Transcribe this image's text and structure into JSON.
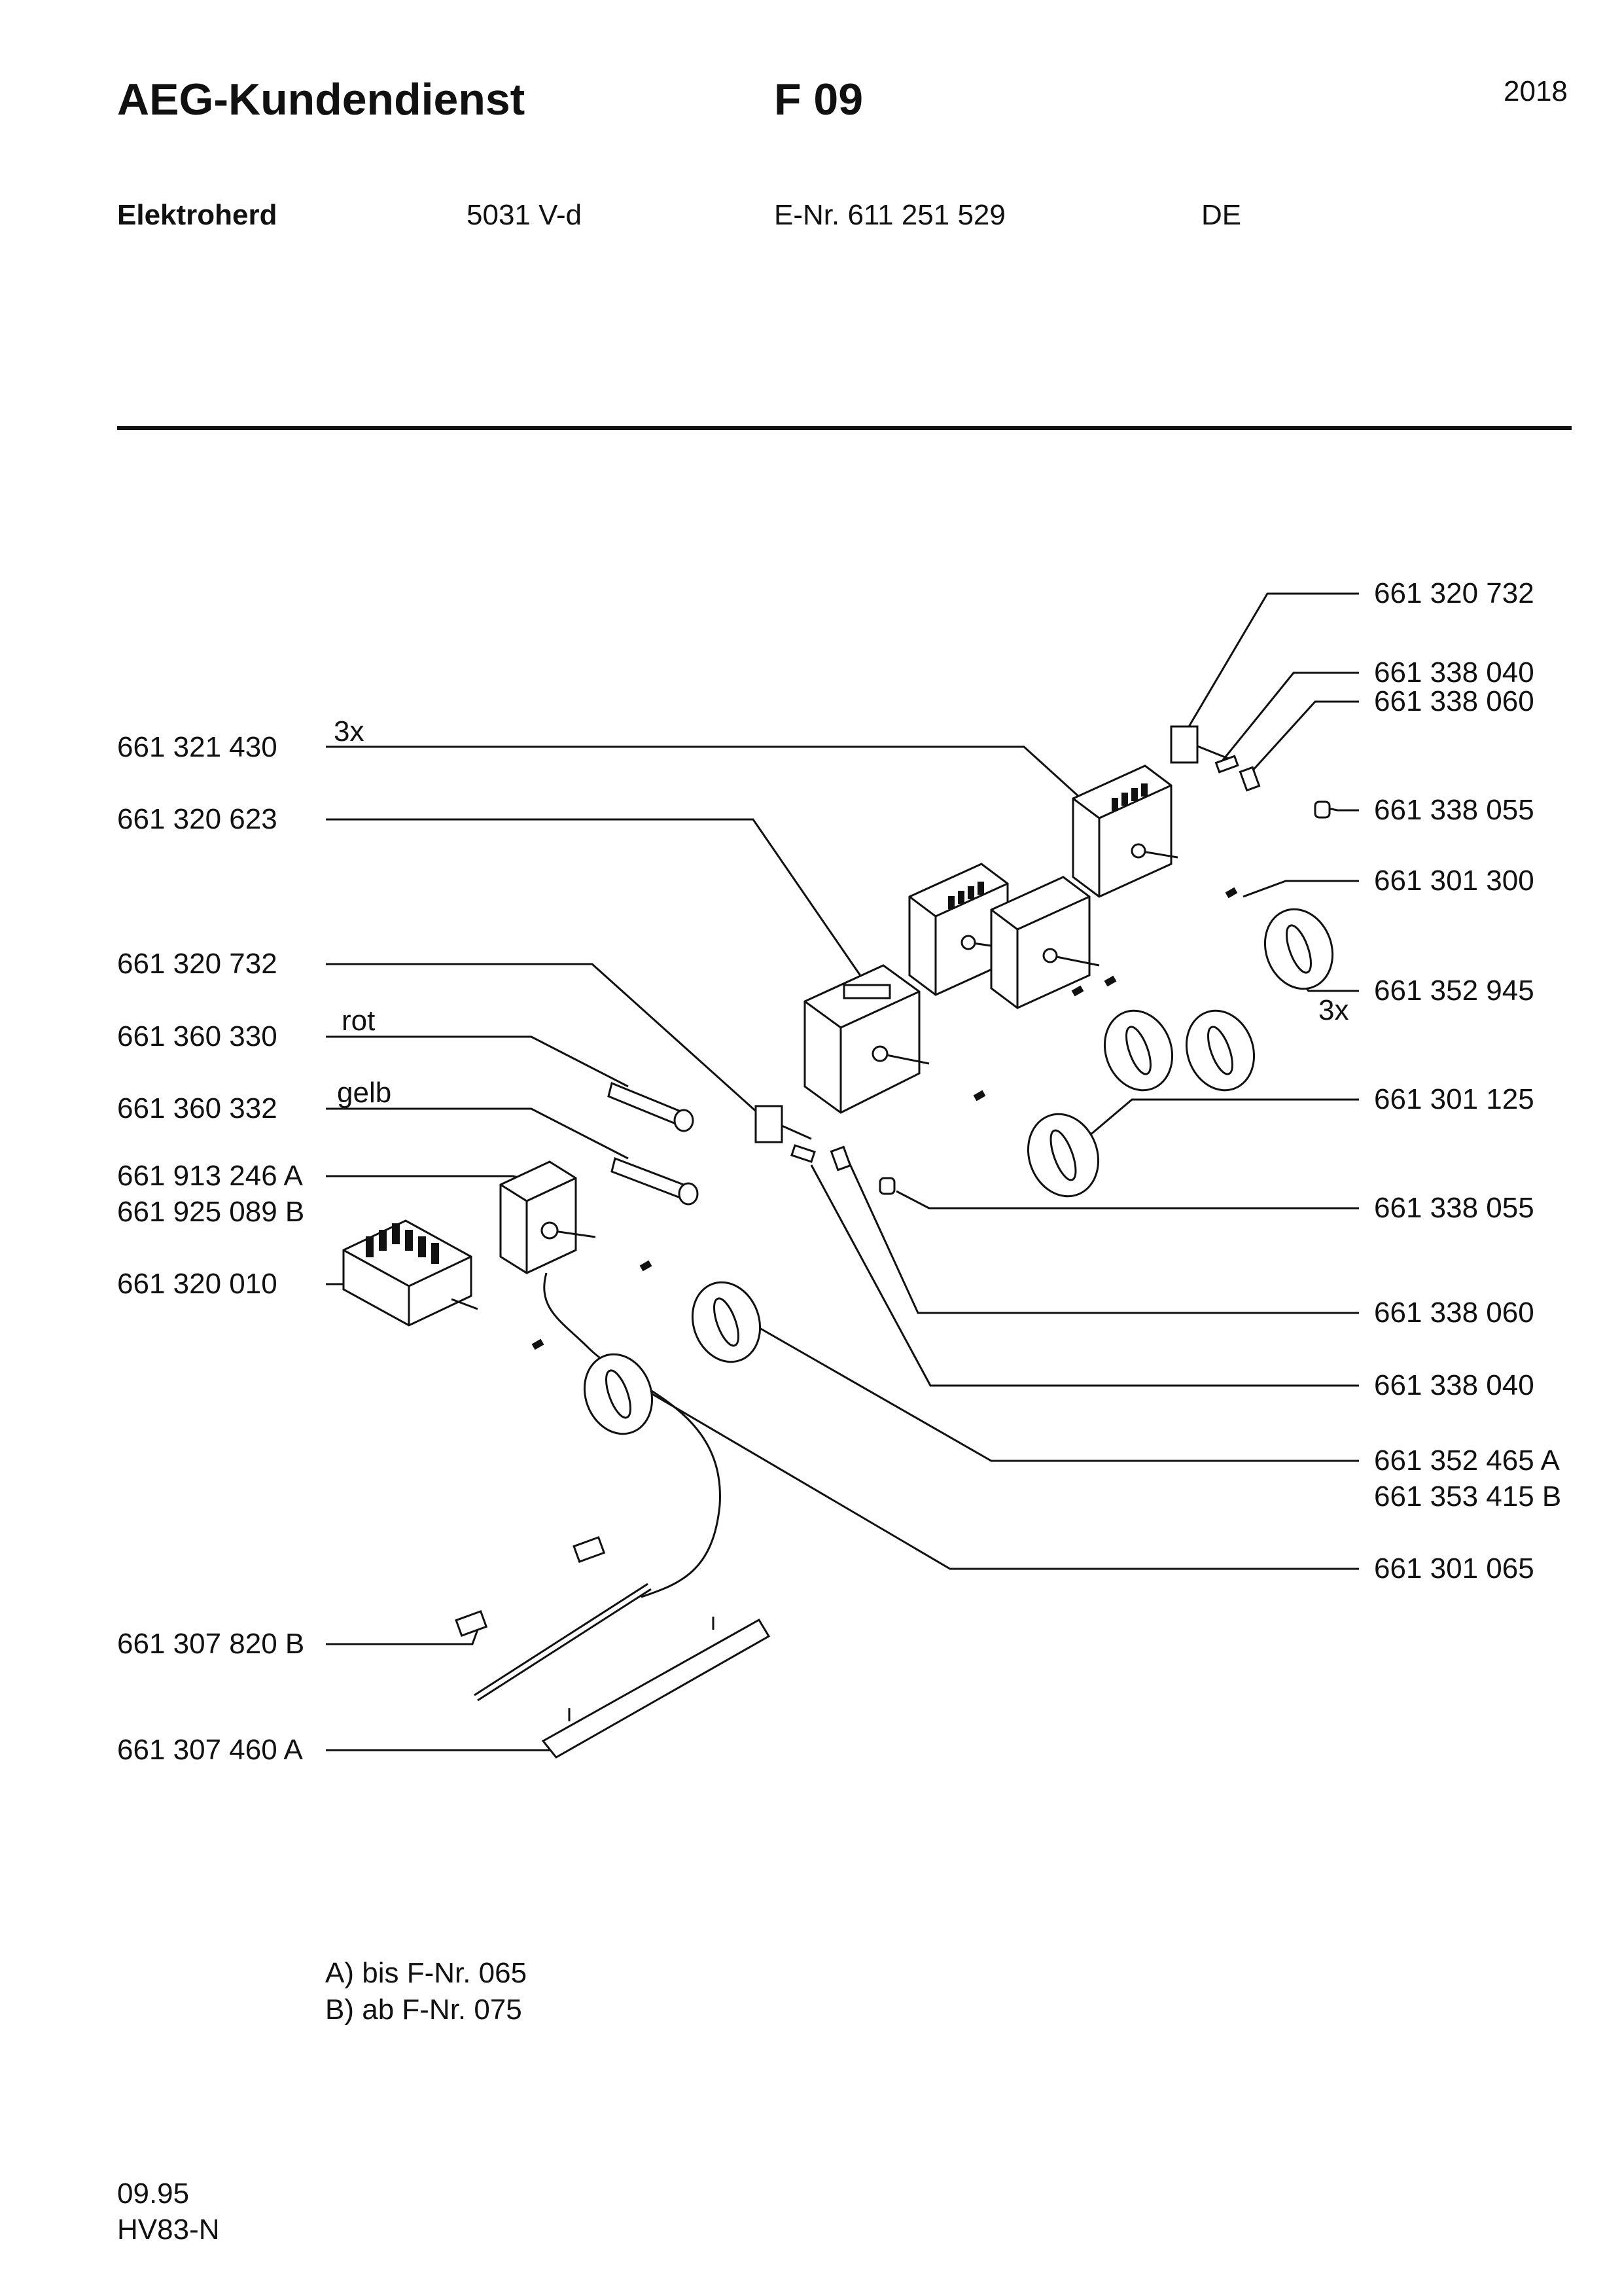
{
  "header": {
    "title": "AEG-Kundendienst",
    "section": "F 09",
    "year": "2018",
    "product": "Elektroherd",
    "model": "5031 V-d",
    "enr": "E-Nr. 611 251 529",
    "country": "DE"
  },
  "parts": {
    "left": [
      "661 321 430",
      "661 320 623",
      "661 320 732",
      "661 360 330",
      "661 360 332",
      "661 913 246 A",
      "661 925 089 B",
      "661 320 010",
      "661 307 820 B",
      "661 307 460 A"
    ],
    "right": [
      "661 320 732",
      "661 338 040",
      "661 338 060",
      "661 338 055",
      "661 301 300",
      "661 352 945",
      "661 301 125",
      "661 338 055",
      "661 338 060",
      "661 338 040",
      "661 352 465 A",
      "661 353 415 B",
      "661 301 065"
    ]
  },
  "qualifiers": {
    "qty_left": "3x",
    "qty_right": "3x",
    "rot": "rot",
    "gelb": "gelb"
  },
  "notes": {
    "a": "A) bis F-Nr. 065",
    "b": "B) ab F-Nr. 075"
  },
  "footer": {
    "date": "09.95",
    "code": "HV83-N"
  }
}
